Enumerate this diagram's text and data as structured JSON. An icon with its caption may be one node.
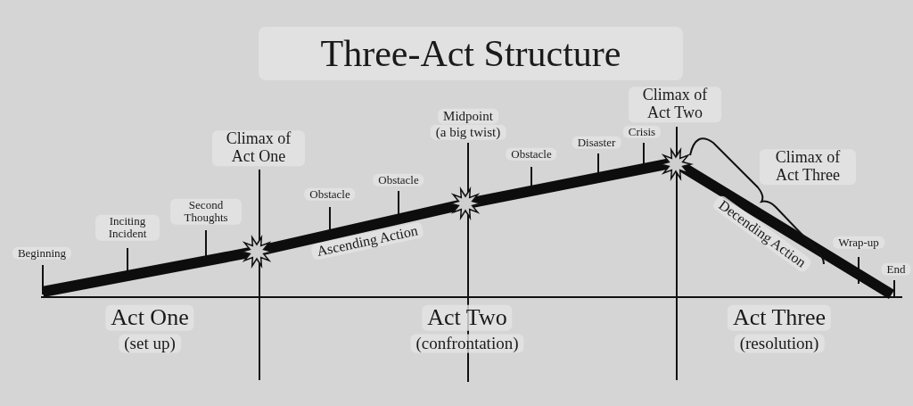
{
  "diagram": {
    "title": "Three-Act Structure",
    "labels": [
      "Beginning",
      "Inciting Incident",
      "Second Thoughts",
      "Climax of Act One",
      "Obstacle",
      "Ascending Action",
      "Obstacle",
      "Midpoint",
      "(a big twist)",
      "Obstacle",
      "Disaster",
      "Crisis",
      "Climax of Act Two",
      "Climax of Act Three",
      "Decending Action",
      "Wrap-up",
      "End",
      "Act One",
      "(set up)",
      "Act Two",
      "(confrontation)",
      "Act Three",
      "(resolution)"
    ]
  }
}
